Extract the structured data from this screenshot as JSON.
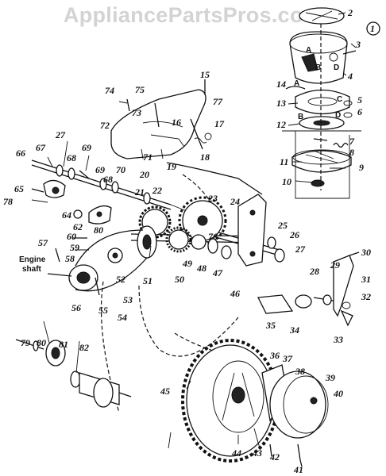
{
  "watermark": "AppliancePartsPros.com",
  "figure_number": "1",
  "engine_label_line1": "Engine",
  "engine_label_line2": "shaft",
  "callouts": {
    "p1": "1",
    "p2": "2",
    "p3": "3",
    "p4": "4",
    "p5": "5",
    "p6": "6",
    "p7": "7",
    "p8": "8",
    "p9": "9",
    "p10": "10",
    "p11": "11",
    "p12": "12",
    "p13": "13",
    "p14": "14",
    "p15": "15",
    "p16": "16",
    "p17": "17",
    "p18": "18",
    "p19": "19",
    "p20": "20",
    "p21": "21",
    "p22": "22",
    "p23": "23",
    "p24": "24",
    "p25": "25",
    "p26": "26",
    "p27a": "27",
    "p27b": "27",
    "p28": "28",
    "p29": "29",
    "p30": "30",
    "p31": "31",
    "p32": "32",
    "p33": "33",
    "p34": "34",
    "p35": "35",
    "p36": "36",
    "p37": "37",
    "p38": "38",
    "p39": "39",
    "p40": "40",
    "p41": "41",
    "p42": "42",
    "p43": "43",
    "p44": "44",
    "p45": "45",
    "p46": "46",
    "p47": "47",
    "p48": "48",
    "p49": "49",
    "p50": "50",
    "p51": "51",
    "p52": "52",
    "p53": "53",
    "p54": "54",
    "p55": "55",
    "p56": "56",
    "p57": "57",
    "p58": "58",
    "p59": "59",
    "p60": "60",
    "p62": "62",
    "p64": "64",
    "p65": "65",
    "p66": "66",
    "p67": "67",
    "p68a": "68",
    "p68b": "68",
    "p69a": "69",
    "p69b": "69",
    "p70": "70",
    "p71": "71",
    "p72": "72",
    "p73": "73",
    "p74": "74",
    "p75": "75",
    "p76": "76",
    "p77": "77",
    "p78": "78",
    "p79": "79",
    "p80a": "80",
    "p80b": "80",
    "p81": "81",
    "p82": "82"
  },
  "letters": {
    "a1": "A",
    "b1": "B",
    "d1": "D",
    "c1": "C",
    "a2": "A",
    "b2": "B",
    "d2": "D"
  }
}
